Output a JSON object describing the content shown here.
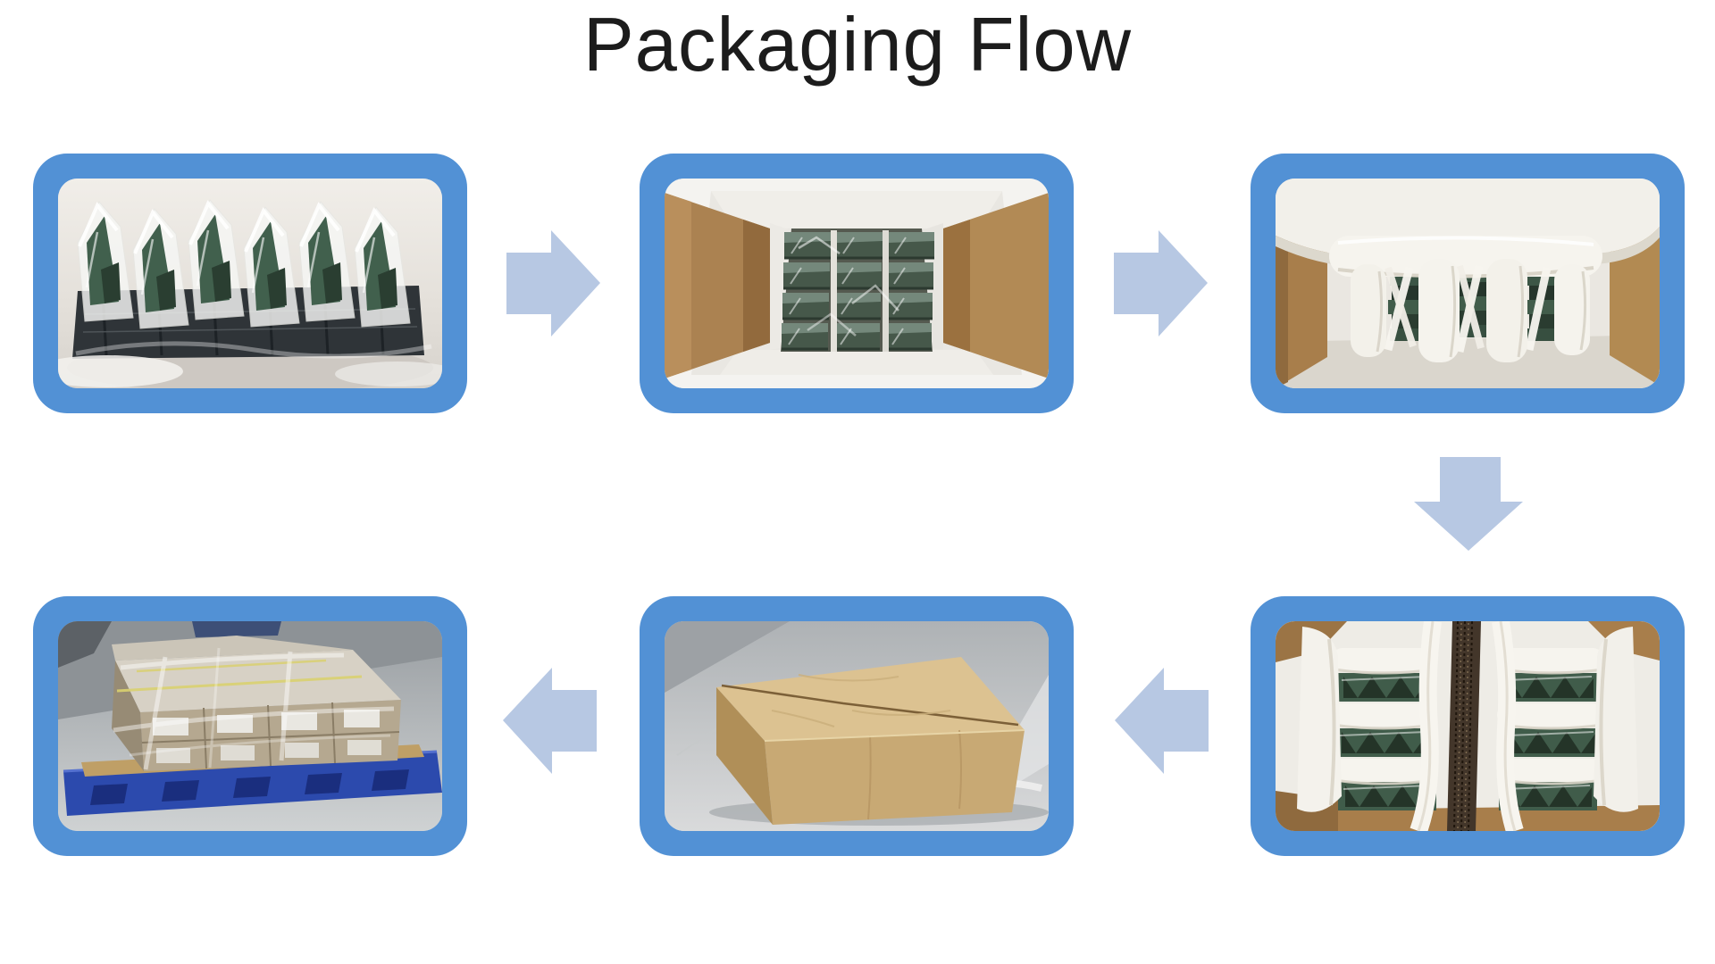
{
  "title": "Packaging Flow",
  "colors": {
    "background": "#ffffff",
    "frame_border": "#5291d5",
    "arrow_fill": "#b7c8e3",
    "title_text": "#1c1c1c"
  },
  "flow": {
    "steps": [
      {
        "step": 1,
        "photo": "bagged-pcbs-photo",
        "alt": "PCBs sealed in clear bags standing in a row"
      },
      {
        "step": 2,
        "photo": "carton-loading-photo",
        "alt": "Bagged boards loaded into foam-lined carton, top view"
      },
      {
        "step": 3,
        "photo": "foam-padding-photo",
        "alt": "White foam padding and pillars placed over boards in carton"
      },
      {
        "step": 4,
        "photo": "foam-tubes-packed-photo",
        "alt": "Carton fully packed with foam tubes around boards"
      },
      {
        "step": 5,
        "photo": "sealed-carton-photo",
        "alt": "Sealed brown shipping carton"
      },
      {
        "step": 6,
        "photo": "stretch-wrapped-pallet-photo",
        "alt": "Cartons stacked and stretch-wrapped on blue pallet"
      }
    ],
    "arrows": [
      {
        "from": 1,
        "to": 2,
        "direction": "right"
      },
      {
        "from": 2,
        "to": 3,
        "direction": "right"
      },
      {
        "from": 3,
        "to": 4,
        "direction": "down"
      },
      {
        "from": 4,
        "to": 5,
        "direction": "left"
      },
      {
        "from": 5,
        "to": 6,
        "direction": "left"
      }
    ]
  }
}
